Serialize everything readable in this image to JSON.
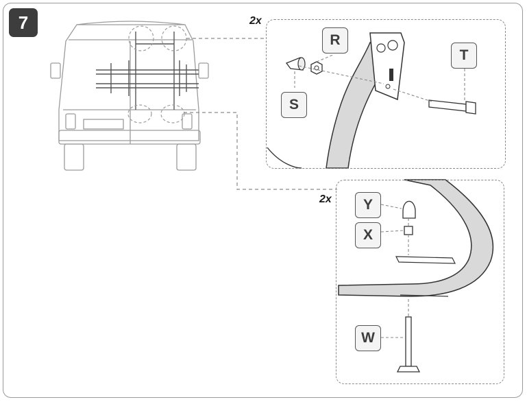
{
  "step": {
    "number": "7"
  },
  "top_detail": {
    "quantity": "2x",
    "parts": [
      "R",
      "S",
      "T"
    ]
  },
  "bottom_detail": {
    "quantity": "2x",
    "parts": [
      "Y",
      "X",
      "W"
    ]
  },
  "colors": {
    "badge": "#3d3d3d",
    "frame": "#9a9a9a",
    "panel_border": "#8a8a8a",
    "tube_fill": "#d9d9d9",
    "label_bg": "#f4f4f4"
  }
}
